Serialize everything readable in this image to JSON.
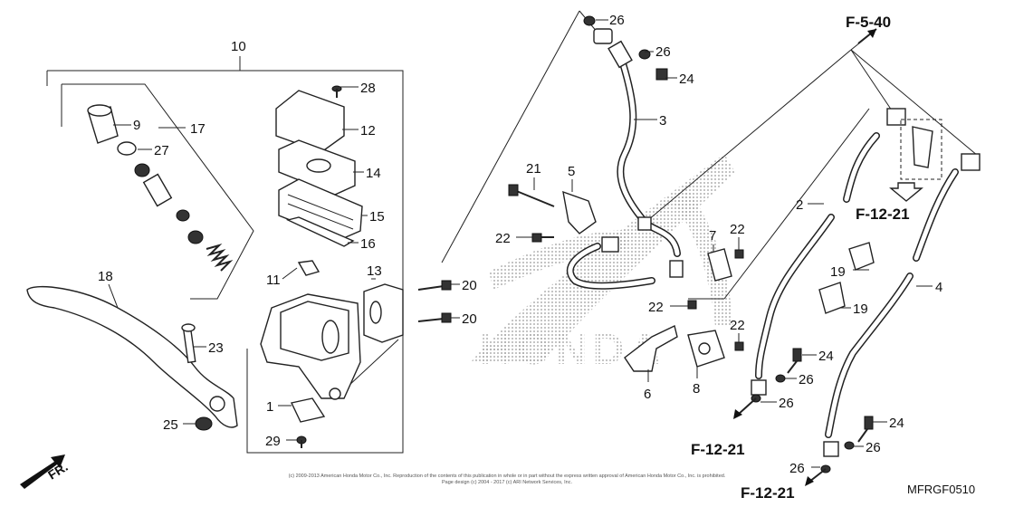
{
  "callouts": [
    "26",
    "26",
    "24",
    "3",
    "10",
    "17",
    "9",
    "27",
    "28",
    "12",
    "14",
    "15",
    "16",
    "13",
    "11",
    "20",
    "20",
    "21",
    "5",
    "22",
    "22",
    "7",
    "22",
    "22",
    "18",
    "23",
    "25",
    "1",
    "29",
    "6",
    "8",
    "2",
    "4",
    "19",
    "19",
    "24",
    "26",
    "26",
    "24",
    "26",
    "26"
  ],
  "refs": {
    "top_right": "F-5-40",
    "right_mid": "F-12-21",
    "bottom_mid": "F-12-21",
    "bottom_right": "F-12-21"
  },
  "front_indicator": "FR.",
  "diagram_code": "MFRGF0510",
  "copyright_line1": "(c) 2009-2013 American Honda Motor Co., Inc. Reproduction of the contents of this publication in whole or in part without the express written approval of American Honda Motor Co., Inc. is prohibited.",
  "copyright_line2": "Page design (c) 2004 - 2017 (c) ARI Network Services, Inc.",
  "watermark": "HONDA"
}
